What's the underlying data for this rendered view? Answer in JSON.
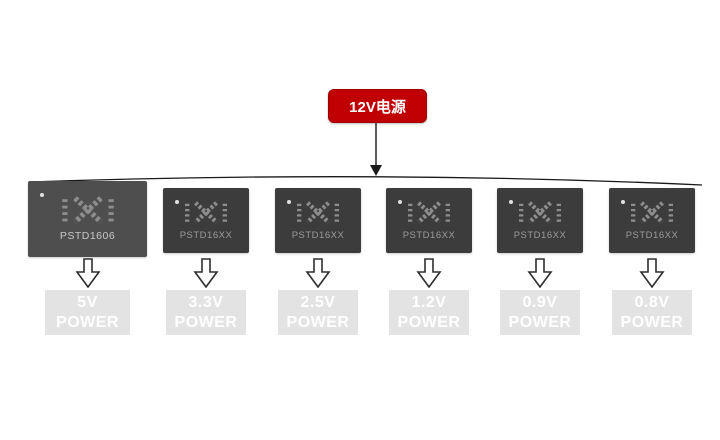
{
  "source": {
    "label": "12V电源"
  },
  "chips": [
    {
      "part": "PSTD1606",
      "voltage": "5V",
      "power": "POWER"
    },
    {
      "part": "PSTD16XX",
      "voltage": "3.3V",
      "power": "POWER"
    },
    {
      "part": "PSTD16XX",
      "voltage": "2.5V",
      "power": "POWER"
    },
    {
      "part": "PSTD16XX",
      "voltage": "1.2V",
      "power": "POWER"
    },
    {
      "part": "PSTD16XX",
      "voltage": "0.9V",
      "power": "POWER"
    },
    {
      "part": "PSTD16XX",
      "voltage": "0.8V",
      "power": "POWER"
    }
  ],
  "colors": {
    "source_bg": "#c00000",
    "chip_primary_bg": "#4e4e4e",
    "chip_bg": "#3c3c3c",
    "output_bg": "#e3e3e3",
    "output_text": "#ffffff",
    "line": "#1a1a1a"
  }
}
